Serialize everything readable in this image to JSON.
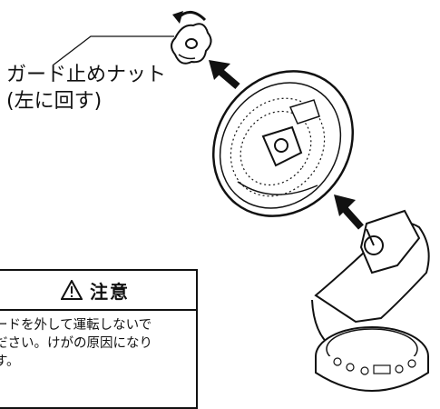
{
  "callout": {
    "label_line1": "ガード止めナット",
    "label_line2": "(左に回す)"
  },
  "caution": {
    "title": "注意",
    "body_line1": "ードを外して運転しないで",
    "body_line2": "ださい。けがの原因になり",
    "body_line3": "す。"
  },
  "colors": {
    "line": "#111111",
    "arrow": "#111111",
    "background": "#ffffff"
  },
  "icons": [
    "rotate-counterclockwise-icon",
    "warning-triangle-icon",
    "up-left-arrow-icon"
  ]
}
